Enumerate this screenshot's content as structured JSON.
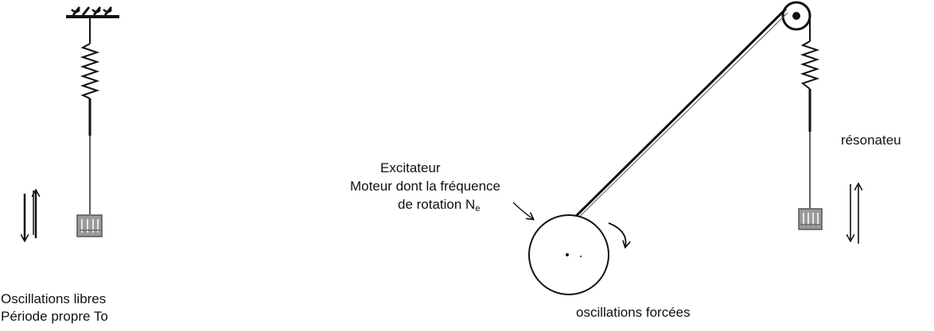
{
  "colors": {
    "ink": "#111111",
    "mass_fill": "#9a9a9a",
    "background": "#ffffff"
  },
  "left_setup": {
    "caption_line1": "Oscillations libres",
    "caption_line2": "Période propre To"
  },
  "right_setup": {
    "excitateur_label": "Excitateur",
    "moteur_line1": "Moteur dont la fréquence",
    "moteur_line2": "de rotation N",
    "moteur_subscript": "e",
    "resonateur_label": "résonateu",
    "forced_caption": "oscillations forcées"
  }
}
